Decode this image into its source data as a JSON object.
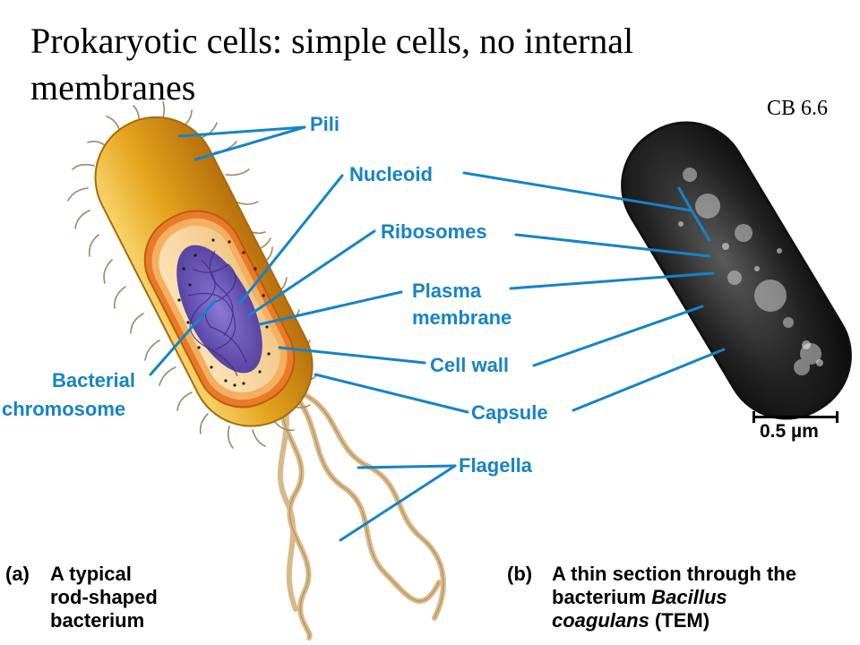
{
  "slide": {
    "title": "Prokaryotic cells:  simple cells, no internal membranes",
    "reference": "CB 6.6"
  },
  "labels": {
    "pili": "Pili",
    "nucleoid": "Nucleoid",
    "ribosomes": "Ribosomes",
    "plasma_membrane_line1": "Plasma",
    "plasma_membrane_line2": "membrane",
    "cell_wall": "Cell wall",
    "capsule": "Capsule",
    "flagella": "Flagella",
    "bacterial_chromosome_line1": "Bacterial",
    "bacterial_chromosome_line2": "chromosome"
  },
  "scale_bar": {
    "value": "0.5 µm"
  },
  "captions": {
    "a": {
      "tag": "(a)",
      "line1": "A typical",
      "line2": "rod-shaped",
      "line3": "bacterium"
    },
    "b": {
      "tag": "(b)",
      "line1": "A thin section through the",
      "line2_prefix": "bacterium ",
      "line2_italic": "Bacillus",
      "line3_italic": "coagulans",
      "line3_suffix": " (TEM)"
    }
  },
  "colors": {
    "label_blue": "#1683c8",
    "cell_gold": "#e3a21b",
    "chromosome_purple": "#6a55b8",
    "tem_dark": "#1a1a1a"
  }
}
